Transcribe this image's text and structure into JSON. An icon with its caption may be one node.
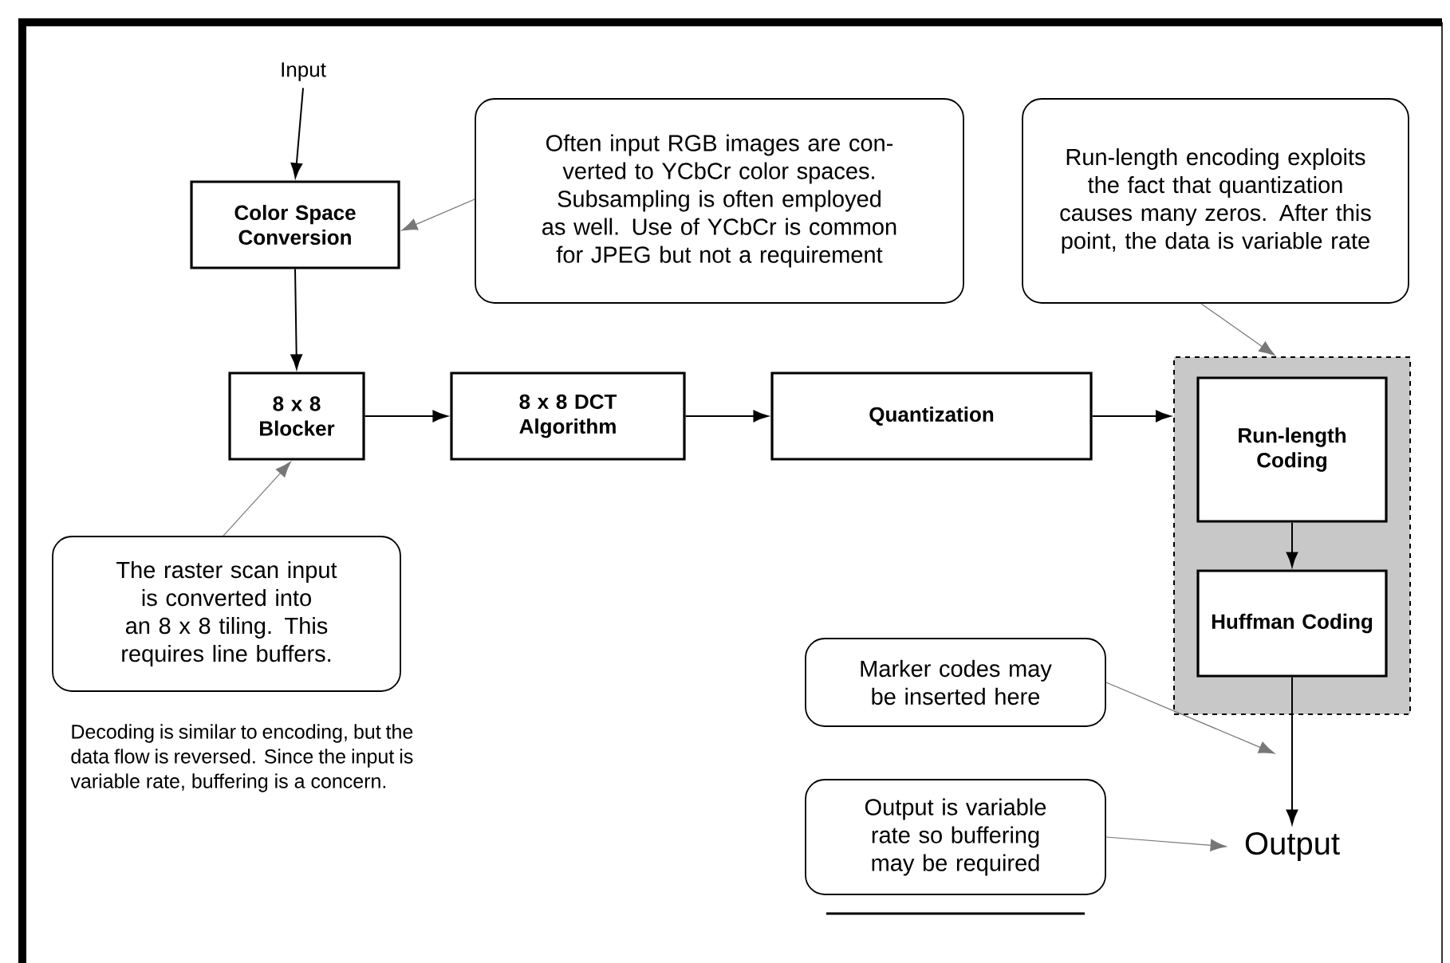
{
  "diagram": {
    "nodes": [
      {
        "text": [
          "Input"
        ]
      },
      {
        "text": [
          "Color Space Conversion"
        ]
      },
      {
        "text": [
          "Often input RGB images are con- verted to YCbCr color spaces. Subsampling is often employed as well. Use of YCbCr is common for JPEG but not a requirement"
        ]
      },
      {
        "text": [
          "Run-length encoding exploits the fact that quantization causes many zeros. After this point, the data is variable rate"
        ]
      },
      {
        "text": [
          "8 x 8 Blocker"
        ]
      },
      {
        "text": [
          "8 x 8 DCT Algorithm"
        ]
      },
      {
        "text": [
          "Quantization"
        ]
      },
      {
        "text": [],
        "shape": "box"
      },
      {
        "text": [
          "Run-length Coding"
        ],
        "in": 7
      },
      {
        "text": [
          "Huffman Coding"
        ],
        "in": 7
      },
      {
        "text": [
          "The raster scan input is converted into an 8 x 8 tiling. This requires line buffers."
        ]
      },
      {
        "text": [
          "Marker codes may be inserted here"
        ]
      },
      {
        "text": [
          "Output is variable rate so buffering may be required"
        ]
      },
      {
        "text": [
          "Output"
        ]
      }
    ],
    "edges": [
      {
        "from": 0,
        "to": 1,
        "arrow": "to"
      },
      {
        "from": 2,
        "to": 1,
        "arrow": "to",
        "color": "#777777"
      },
      {
        "from": 1,
        "to": 4,
        "arrow": "to"
      },
      {
        "from": 3,
        "to": 7,
        "arrow": "to",
        "color": "#777777"
      },
      {
        "from": 4,
        "to": 5,
        "arrow": "to"
      },
      {
        "from": 5,
        "to": 6,
        "arrow": "to"
      },
      {
        "from": 6,
        "to": 7,
        "arrow": "to"
      },
      {
        "from": 8,
        "to": 9,
        "arrow": "to"
      },
      {
        "from": 10,
        "to": 4,
        "arrow": "to",
        "color": "#777777"
      },
      {
        "from": 9,
        "to": 13,
        "arrow": "to"
      },
      {
        "from": 11,
        "to": null,
        "arrow": "to",
        "color": "#777777"
      },
      {
        "from": 12,
        "to": 13,
        "arrow": "to",
        "color": "#777777"
      }
    ],
    "labels": [
      "Decoding is similar to encoding, but the data flow is reversed. Since the input is variable rate, buffering is a concern."
    ]
  }
}
